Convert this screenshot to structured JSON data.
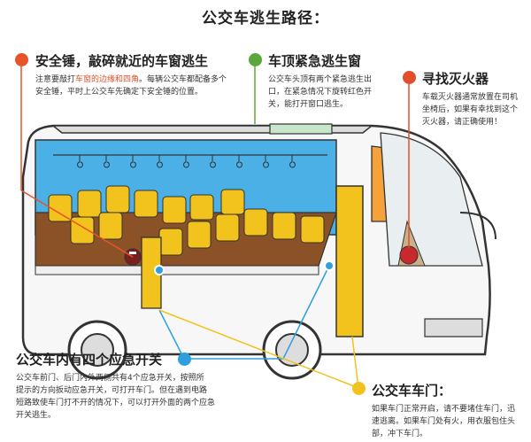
{
  "title": "公交车逃生路径：",
  "colors": {
    "hammer": "#e8532b",
    "roof": "#5aa83c",
    "extinguisher": "#e0502a",
    "switch": "#2e9ee0",
    "door": "#f2c21d",
    "seat": "#f2c21d",
    "cabin_blue": "#4ab0e6",
    "floor": "#8a5226"
  },
  "hammer": {
    "heading": "安全锤，敲碎就近的车窗逃生",
    "line1_pre": "注意要敲打",
    "line1_hl": "车窗的边缘和四角",
    "line1_post": "。每辆公交车都配备多个",
    "line2": "安全锤，平时上公交车先确定下安全锤的位置。"
  },
  "roof": {
    "heading": "车顶紧急逃生窗",
    "lines": [
      "公交车头顶有两个紧急逃生出",
      "口，在紧急情况下旋转红色开",
      "关，能打开窗口逃生。"
    ]
  },
  "extinguisher": {
    "heading": "寻找灭火器",
    "lines": [
      "车载灭火器通常放置在司机",
      "坐椅后，如果有幸找到这个",
      "灭火器，请正确使用！"
    ]
  },
  "switch": {
    "heading": "公交车内有四个应急开关",
    "lines": [
      "公交车前门、后门内外两侧共有4个应急开关，按照所",
      "提示的方向扳动应急开关，可打开车门。但在遇到电路",
      "短路致使车门打不开的情况下，可以打开外面的两个应急",
      "开关逃生。"
    ]
  },
  "door": {
    "heading": "公交车车门：",
    "lines": [
      "如果车门正常开启，请不要堵住车门，迅",
      "速逃离。如果车门处有火，用衣服包住头",
      "部，冲下车门。"
    ]
  }
}
